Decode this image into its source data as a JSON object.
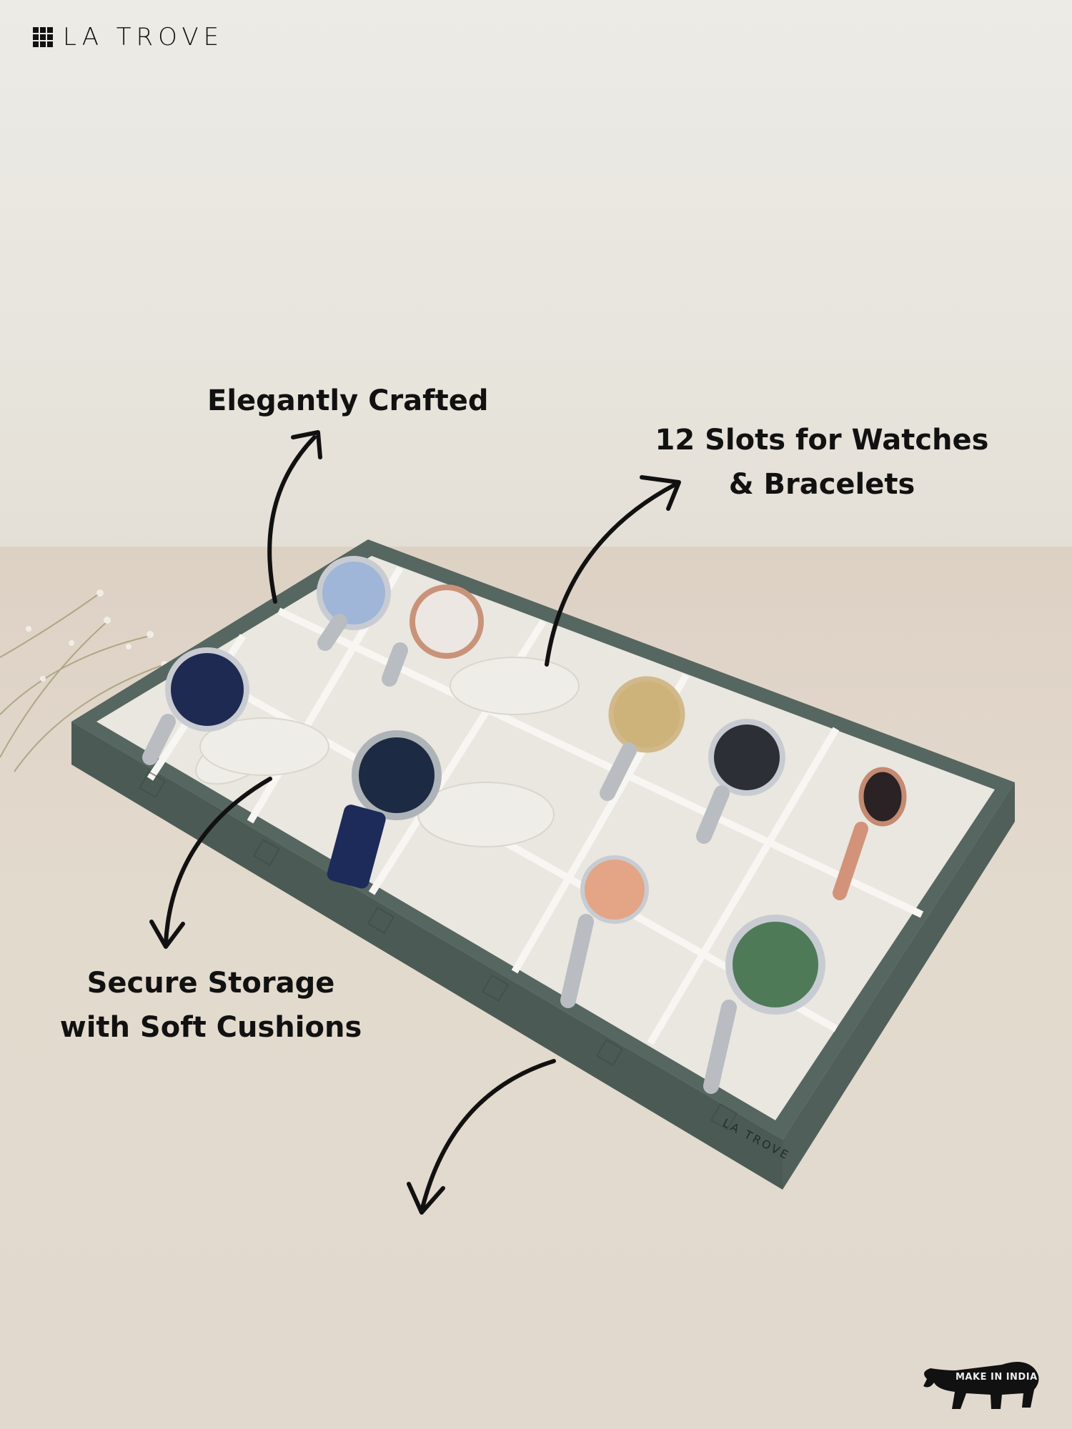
{
  "brand": {
    "logo_icon": "grid-3x3-icon",
    "name": "LA TROVE"
  },
  "captions": {
    "elegantly_crafted": "Elegantly Crafted",
    "slots_line1": "12 Slots for Watches",
    "slots_line2": "& Bracelets",
    "storage_line1": "Secure Storage",
    "storage_line2": "with Soft Cushions"
  },
  "tray": {
    "slots": 12,
    "watches_shown": 9,
    "embossed_brand": "LA TROVE",
    "exterior_color": "#5a6a62",
    "interior_color": "#e9e7e0"
  },
  "badge": {
    "text": "MAKE IN INDIA",
    "icon": "lion-icon"
  },
  "colors": {
    "wall": "#ebe9e3",
    "table": "#e0d6ca",
    "text": "#111111"
  }
}
